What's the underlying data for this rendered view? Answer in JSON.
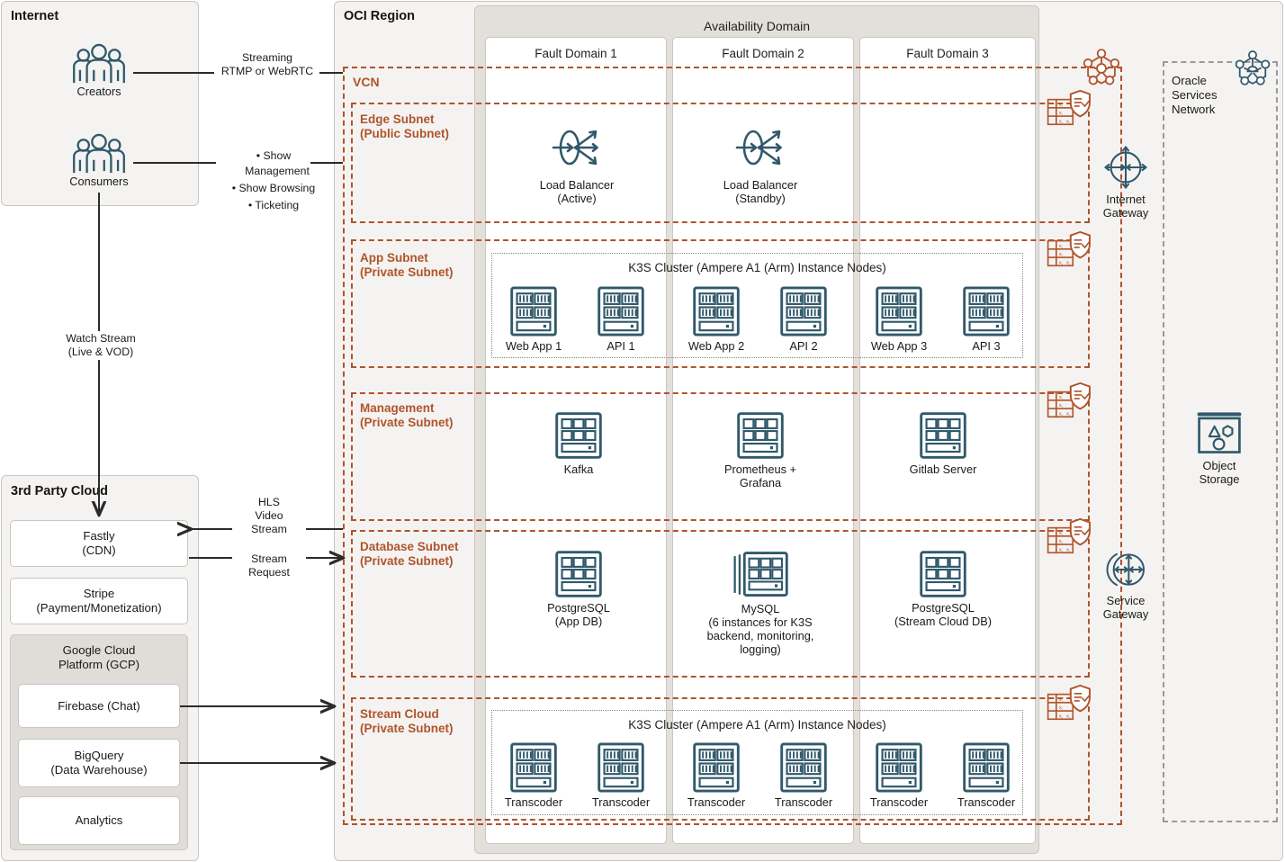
{
  "internet": {
    "title": "Internet",
    "actors": [
      {
        "label": "Creators",
        "icon": "people-icon"
      },
      {
        "label": "Consumers",
        "icon": "people-icon"
      }
    ]
  },
  "third_party": {
    "title": "3rd Party Cloud",
    "cards": [
      {
        "label": "Fastly\n(CDN)"
      },
      {
        "label": "Stripe\n(Payment/Monetization)"
      }
    ],
    "gcp": {
      "title": "Google Cloud\nPlatform (GCP)",
      "cards": [
        {
          "label": "Firebase (Chat)"
        },
        {
          "label": "BigQuery\n(Data Warehouse)"
        },
        {
          "label": "Analytics"
        }
      ]
    }
  },
  "connectors": [
    {
      "id": "streaming",
      "label": "Streaming\nRTMP or WebRTC"
    },
    {
      "id": "show-mgmt",
      "label": "Show Management"
    },
    {
      "id": "show-browsing",
      "label": "Show Browsing"
    },
    {
      "id": "ticketing",
      "label": "Ticketing"
    },
    {
      "id": "watch-stream",
      "label": "Watch Stream\n(Live & VOD)"
    },
    {
      "id": "hls",
      "label": "HLS\nVideo\nStream"
    },
    {
      "id": "stream-request",
      "label": "Stream\nRequest"
    }
  ],
  "oci": {
    "title": "OCI Region",
    "vcn_label": "VCN",
    "availability_domain": "Availability Domain",
    "fault_domains": [
      "Fault Domain 1",
      "Fault Domain 2",
      "Fault Domain 3"
    ],
    "subnets": [
      {
        "id": "edge",
        "label": "Edge Subnet\n(Public Subnet)"
      },
      {
        "id": "app",
        "label": "App Subnet\n(Private Subnet)"
      },
      {
        "id": "management",
        "label": "Management\n(Private Subnet)"
      },
      {
        "id": "database",
        "label": "Database Subnet\n(Private Subnet)"
      },
      {
        "id": "stream",
        "label": "Stream Cloud\n(Private Subnet)"
      }
    ],
    "edge_nodes": [
      {
        "label": "Load Balancer\n(Active)",
        "icon": "load-balancer-icon"
      },
      {
        "label": "Load Balancer\n(Standby)",
        "icon": "load-balancer-icon"
      }
    ],
    "app_cluster": {
      "title": "K3S Cluster (Ampere A1 (Arm) Instance Nodes)",
      "nodes": [
        {
          "label": "Web App 1",
          "icon": "instance-icon"
        },
        {
          "label": "API 1",
          "icon": "instance-icon"
        },
        {
          "label": "Web App 2",
          "icon": "instance-icon"
        },
        {
          "label": "API 2",
          "icon": "instance-icon"
        },
        {
          "label": "Web App 3",
          "icon": "instance-icon"
        },
        {
          "label": "API 3",
          "icon": "instance-icon"
        }
      ]
    },
    "management_nodes": [
      {
        "label": "Kafka",
        "icon": "vm-icon"
      },
      {
        "label": "Prometheus +\nGrafana",
        "icon": "vm-icon"
      },
      {
        "label": "Gitlab Server",
        "icon": "vm-icon"
      }
    ],
    "database_nodes": [
      {
        "label": "PostgreSQL\n(App DB)",
        "icon": "vm-icon"
      },
      {
        "label": "MySQL\n(6 instances for K3S\nbackend, monitoring,\nlogging)",
        "icon": "vm-stack-icon"
      },
      {
        "label": "PostgreSQL\n(Stream Cloud DB)",
        "icon": "vm-icon"
      }
    ],
    "stream_cluster": {
      "title": "K3S Cluster (Ampere A1 (Arm) Instance Nodes)",
      "nodes": [
        {
          "label": "Transcoder",
          "icon": "instance-icon"
        },
        {
          "label": "Transcoder",
          "icon": "instance-icon"
        },
        {
          "label": "Transcoder",
          "icon": "instance-icon"
        },
        {
          "label": "Transcoder",
          "icon": "instance-icon"
        },
        {
          "label": "Transcoder",
          "icon": "instance-icon"
        },
        {
          "label": "Transcoder",
          "icon": "instance-icon"
        }
      ]
    },
    "gateways": [
      {
        "label": "Internet\nGateway",
        "icon": "internet-gateway-icon"
      },
      {
        "label": "Service\nGateway",
        "icon": "service-gateway-icon"
      }
    ],
    "security_lists": [
      {
        "icon": "security-list-icon"
      },
      {
        "icon": "security-list-icon"
      },
      {
        "icon": "security-list-icon"
      },
      {
        "icon": "security-list-icon"
      },
      {
        "icon": "security-list-icon"
      }
    ],
    "route_table_icon": "route-table-icon"
  },
  "oracle_services": {
    "title": "Oracle Services Network",
    "network_icon": "network-nodes-icon",
    "items": [
      {
        "label": "Object\nStorage",
        "icon": "object-storage-icon"
      }
    ]
  },
  "colors": {
    "accent_orange": "#b0542b",
    "teal": "#31596b",
    "grey_dash": "#9a9a98",
    "panel_bg": "#f4f3f1",
    "ad_bg": "#e3e0db",
    "line": "#2b2b2b"
  }
}
